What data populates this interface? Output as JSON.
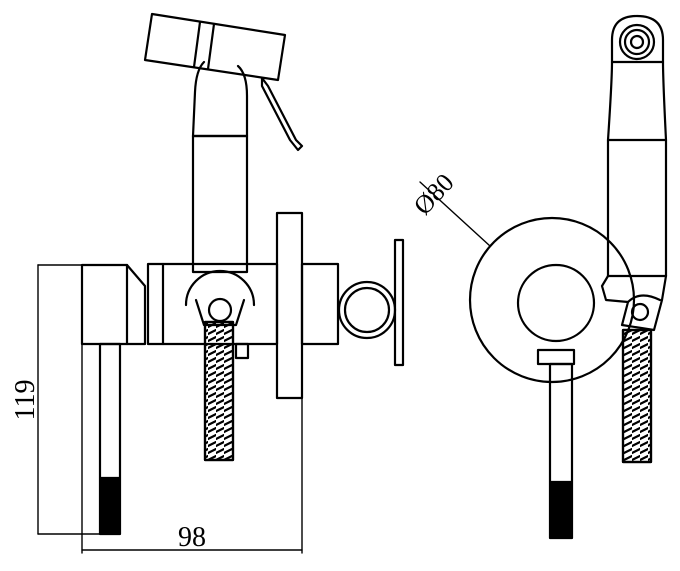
{
  "dimensions": {
    "height_label": "119",
    "width_label": "98",
    "diameter_label": "Ø80"
  },
  "colors": {
    "stroke": "#000000",
    "background": "#ffffff"
  }
}
